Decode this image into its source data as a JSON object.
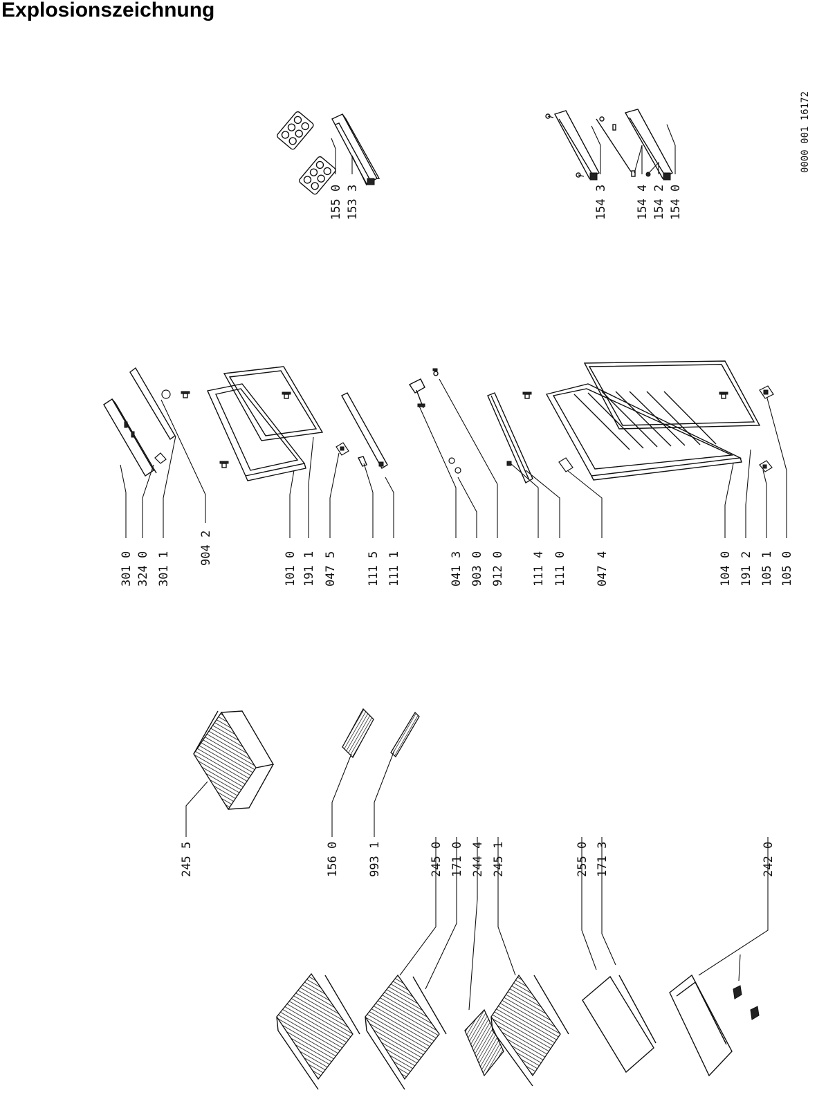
{
  "page": {
    "title": "Explosionszeichnung"
  },
  "drawing_code": "0000 001  16172",
  "part_labels": [
    "155 0",
    "153 3",
    "154 3",
    "154 4",
    "154 2",
    "154 0",
    "301 0",
    "324 0",
    "301 1",
    "904 2",
    "101 0",
    "191 1",
    "047 5",
    "111 5",
    "111 1",
    "041 3",
    "903 0",
    "912 0",
    "111 4",
    "111 0",
    "047 4",
    "104 0",
    "191 2",
    "105 1",
    "105 0",
    "245 5",
    "156 0",
    "993 1",
    "245 0",
    "171 0",
    "244 4",
    "245 1",
    "255 0",
    "171 3",
    "242 0"
  ]
}
